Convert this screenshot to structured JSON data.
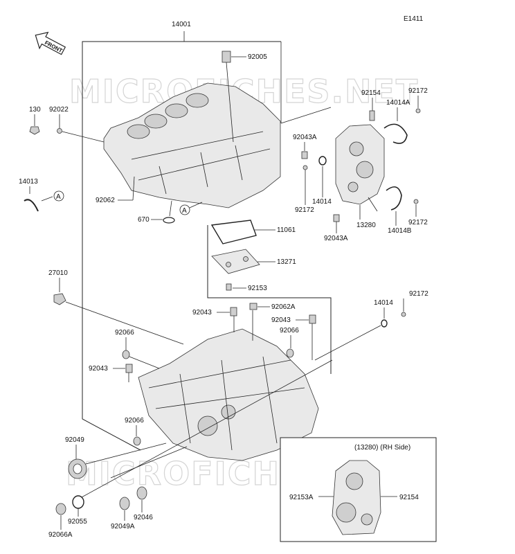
{
  "diagram_code": "E1411",
  "front_label": "FRONT",
  "watermark": "MICROFICHES.NET",
  "inset": {
    "title": "(13280) (RH Side)"
  },
  "ref_marker": "A",
  "labels": {
    "p14001": "14001",
    "p92005": "92005",
    "p130": "130",
    "p92022": "92022",
    "p92154_top": "92154",
    "p92172_top": "92172",
    "p14014A": "14014A",
    "p92043A_top": "92043A",
    "p14013": "14013",
    "p92062": "92062",
    "p670": "670",
    "p92172_mid": "92172",
    "p14014_mid": "14014",
    "p13280": "13280",
    "p92172_right": "92172",
    "p14014B": "14014B",
    "p92043A_low": "92043A",
    "p11061": "11061",
    "p13271": "13271",
    "p92153": "92153",
    "p27010": "27010",
    "p92043_a": "92043",
    "p92062A": "92062A",
    "p92043_b": "92043",
    "p92172_lower": "92172",
    "p14014_lower": "14014",
    "p92066_a": "92066",
    "p92066_b": "92066",
    "p92043_c": "92043",
    "p92066_c": "92066",
    "p92049": "92049",
    "p92153A": "92153A",
    "p92154_inset": "92154",
    "p92055": "92055",
    "p92049A": "92049A",
    "p92046": "92046",
    "p92066A": "92066A"
  }
}
